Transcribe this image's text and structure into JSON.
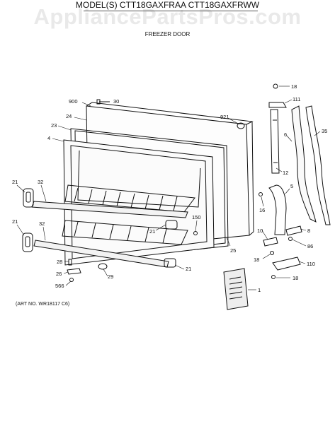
{
  "watermark": "AppliancePartsPros.com",
  "header": {
    "model_line": "MODEL(S) CTT18GAXFRAA  CTT18GAXFRWW",
    "subtitle": "FREEZER DOOR"
  },
  "art_no": "(ART NO. WR18117 C6)",
  "callouts": {
    "c900": "900",
    "c30": "30",
    "c24": "24",
    "c921": "921",
    "c23": "23",
    "c4": "4",
    "c21a": "21",
    "c32a": "32",
    "c21b": "21",
    "c32b": "32",
    "c150": "150",
    "c21c": "21",
    "c25": "25",
    "c21d": "21",
    "c28": "28",
    "c26": "26",
    "c29": "29",
    "c566": "566",
    "c18a": "18",
    "c111": "111",
    "c6": "6",
    "c35": "35",
    "c12": "12",
    "c16": "16",
    "c5": "5",
    "c10": "10",
    "c8": "8",
    "c86": "86",
    "c18b": "18",
    "c110": "110",
    "c18c": "18",
    "c1": "1"
  }
}
